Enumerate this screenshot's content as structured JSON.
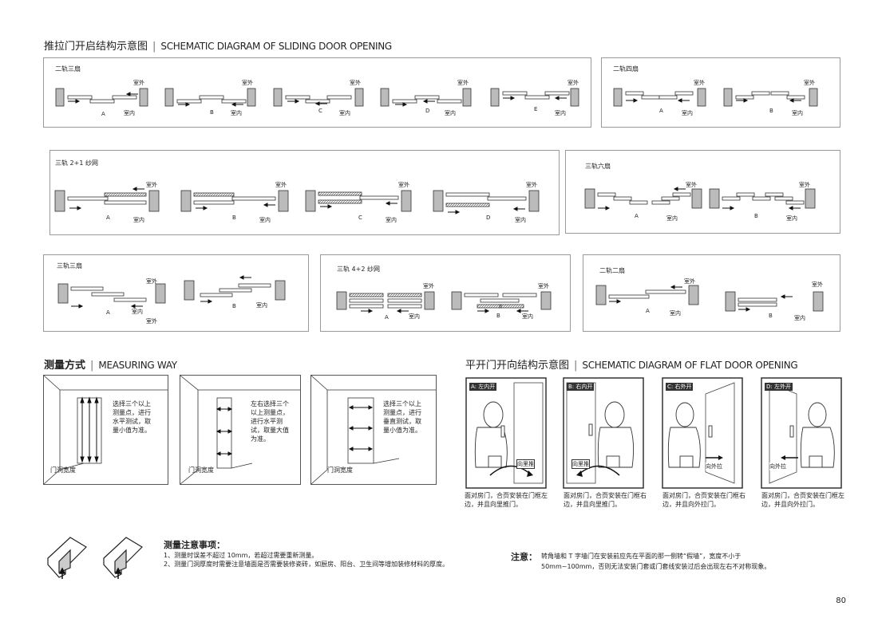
{
  "titles": {
    "sliding_cn": "推拉门开启结构示意图",
    "sliding_en": "SCHEMATIC DIAGRAM OF SLIDING DOOR OPENING",
    "measure_cn": "测量方式",
    "measure_en": "MEASURING WAY",
    "flat_cn": "平开门开向结构示意图",
    "flat_en": "SCHEMATIC DIAGRAM OF FLAT DOOR OPENING"
  },
  "labels": {
    "outside": "室外",
    "inside": "室内",
    "A": "A",
    "B": "B",
    "C": "C",
    "D": "D",
    "E": "E"
  },
  "panels": {
    "two_track_three": "二轨三扇",
    "two_track_four": "二轨四扇",
    "three_track_screen": "三轨 2+1 纱网",
    "three_track_six": "三轨六扇",
    "three_track_three": "三轨三扇",
    "three_track_screen2": "三轨 4+2 纱网",
    "two_track_two": "二轨二扇"
  },
  "measure": {
    "box1_text": "选择三个以上测量点，进行水平测试，取量小值为准。",
    "box2_text": "左右选择三个以上测量点，进行水平测试，取量大值为准。",
    "box3_text": "选择三个以上测量点，进行垂直测试，取量小值为准。",
    "opening_width": "门洞宽度"
  },
  "flat": {
    "a_tag": "A: 左内开",
    "b_tag": "B: 右内开",
    "c_tag": "C: 右外开",
    "d_tag": "D: 左外开",
    "push": "向里推",
    "pull": "向外拉",
    "a_desc": "面对房门，合页安装在门框左边，并且向里推门。",
    "b_desc": "面对房门，合页安装在门框右边，并且向里推门。",
    "c_desc": "面对房门，合页安装在门框右边，并且向外拉门。",
    "d_desc": "面对房门，合页安装在门框左边，并且向外拉门。"
  },
  "notes": {
    "heading": "测量注意事项：",
    "line1": "1、测量时误差不超过 10mm，若超过需要重新测量。",
    "line2": "2、测量门洞厚度时需要注意墙面是否需要装修瓷砖，如厨房、阳台、卫生间等增加装修材料的厚度。",
    "attention_label": "注意：",
    "attention_line1": "转角墙和 T 字墙门在安装前应先在平面的那一侧转“假墙”，宽度不小于",
    "attention_line2": "50mm~100mm，否则无法安装门套或门套线安装过后会出现左右不对称现象。"
  },
  "page_number": "80"
}
